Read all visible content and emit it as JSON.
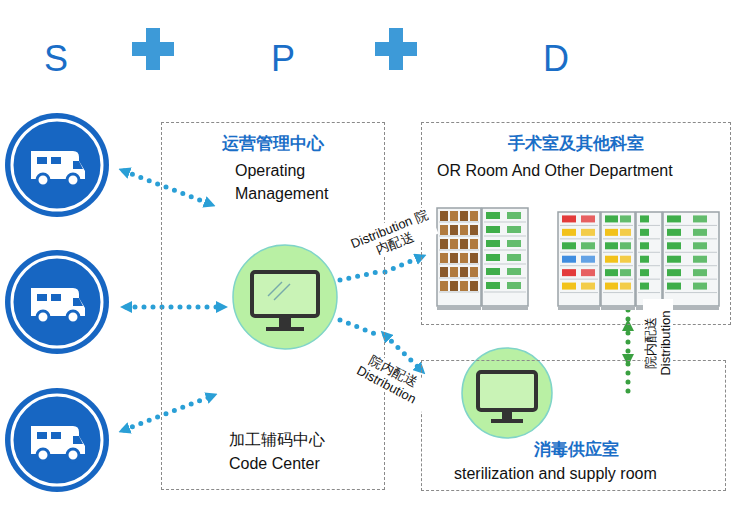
{
  "diagram": {
    "nodes": [
      {
        "text": [
          "运营管理中心",
          "Operating Management",
          "加工辅码中心",
          "Code Center"
        ]
      },
      {
        "text": [
          "手术室及其他科室",
          "OR Room And Other Department"
        ]
      },
      {
        "text": [
          "消毒供应室",
          "sterilization and supply room"
        ]
      }
    ],
    "edges": [
      {
        "from": 0,
        "to": 1,
        "label": "Distribution 院内配送",
        "arrow": "to"
      },
      {
        "from": 0,
        "to": 2,
        "label": "院内配送 Distribution",
        "arrow": "both"
      },
      {
        "from": 2,
        "to": 1,
        "label": "院内配送 Distribution",
        "arrow": "both"
      }
    ],
    "labels": [
      "S",
      "P",
      "D"
    ]
  }
}
